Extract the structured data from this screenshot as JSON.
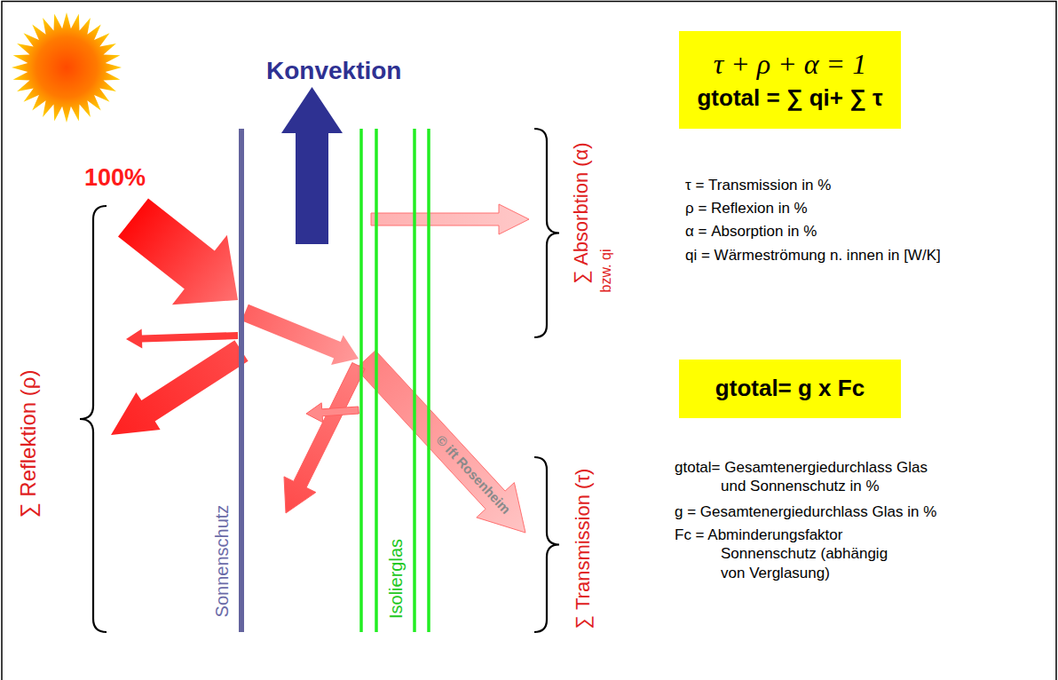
{
  "diagram": {
    "nodes": [
      {
        "text": [
          "τ + ρ + α = 1",
          "gtotal = ∑ qi+ ∑ τ"
        ]
      },
      {
        "text": [
          "gtotal= g x Fc"
        ]
      }
    ],
    "labels": [
      "100%",
      "Konvektion",
      "∑ Reflektion (ρ)",
      "Sonnenschutz",
      "Isolierglas",
      "© ift Rosenheim",
      "∑ Absorbtion (α)",
      "bzw. qi",
      "∑ Transmission (τ)",
      "τ = Transmission in %",
      "ρ = Reflexion in %",
      "α = Absorption in %",
      "qi = Wärmeströmung n. innen in [W/K]",
      "gtotal= Gesamtenergiedurchlass Glas und Sonnenschutz in %",
      "g = Gesamtenergiedurchlass Glas in %",
      "Fc = Abminderungsfaktor Sonnenschutz (abhängig von Verglasung)"
    ]
  }
}
